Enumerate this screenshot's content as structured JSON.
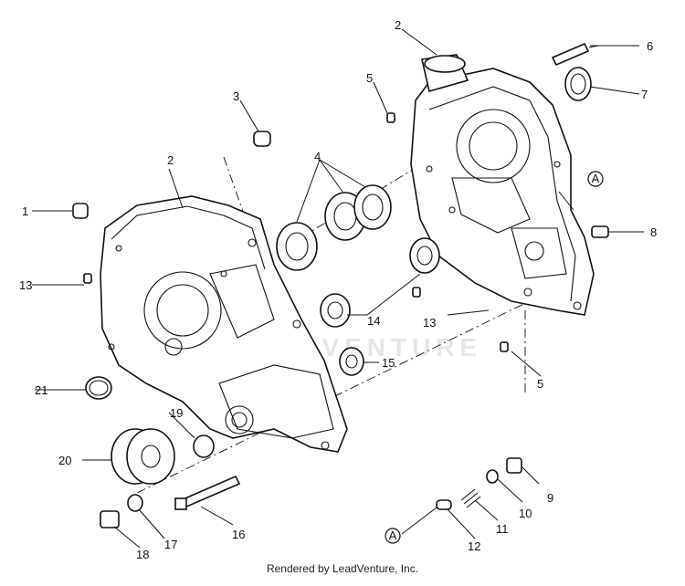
{
  "watermark": "ADVENTURE",
  "footer": "Rendered by LeadVenture, Inc.",
  "callouts": [
    "1",
    "2",
    "2",
    "3",
    "4",
    "5",
    "5",
    "6",
    "7",
    "8",
    "9",
    "10",
    "11",
    "12",
    "13",
    "13",
    "14",
    "15",
    "16",
    "17",
    "18",
    "19",
    "20",
    "21"
  ],
  "reference_marker": "A"
}
